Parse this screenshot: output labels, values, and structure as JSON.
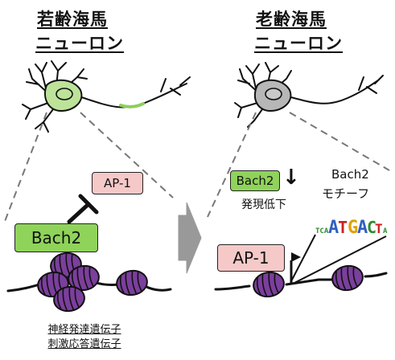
{
  "young": {
    "title_line1": "若齢海馬",
    "title_line2": "ニューロン",
    "ap1_label": "AP-1",
    "bach2_label": "Bach2",
    "caption_line1": "神経発達遺伝子",
    "caption_line2": "刺激応答遺伝子"
  },
  "aged": {
    "title_line1": "老齢海馬",
    "title_line2": "ニューロン",
    "bach2_label": "Bach2",
    "bach2_arrow": "↓",
    "expression_text": "発現低下",
    "motif_line1": "Bach2",
    "motif_line2": "モチーフ",
    "ap1_label": "AP-1"
  },
  "colors": {
    "neuron_young": "#bde39a",
    "neuron_aged": "#b7b7b7",
    "bach2_box": "#8fd35a",
    "ap1_box": "#f6c9c9",
    "nucleosome": "#7b3f9c",
    "transition_arrow": "#999999"
  }
}
